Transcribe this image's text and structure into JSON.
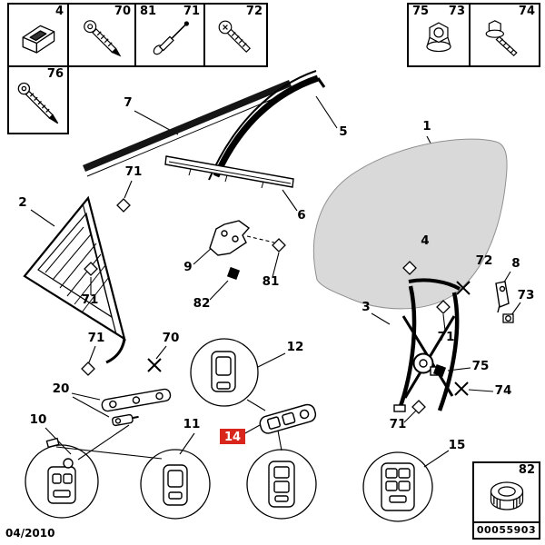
{
  "meta": {
    "date_code": "04/2010",
    "drawing_number": "00055903"
  },
  "theme": {
    "highlight": "#d9261c",
    "line_color": "#000000",
    "glass_fill": "#d9d9d9"
  },
  "legend": {
    "box_clip": {
      "num_right": "4",
      "icon": "spring-clip-icon"
    },
    "box_screw70": {
      "num_right": "70",
      "icon": "tapping-screw-icon"
    },
    "box_rivet": {
      "num_left": "81",
      "num_right": "71",
      "icon": "rivet-icon"
    },
    "box_screw72": {
      "num_right": "72",
      "icon": "pan-screw-icon"
    },
    "box_screw76": {
      "num_right": "76",
      "icon": "long-screw-icon"
    },
    "box_nut": {
      "num_left": "75",
      "num_right": "73",
      "icon": "flange-nut-icon"
    },
    "box_bolt": {
      "num_right": "74",
      "icon": "flange-bolt-icon"
    },
    "box_grommet": {
      "num_right": "82",
      "icon": "grommet-icon"
    }
  },
  "parts": {
    "n1": "1",
    "n2": "2",
    "n3": "3",
    "n4": "4",
    "n5": "5",
    "n6": "6",
    "n7": "7",
    "n8": "8",
    "n9": "9",
    "n10": "10",
    "n11": "11",
    "n12": "12",
    "n14": "14",
    "n15": "15",
    "n20": "20",
    "n70": "70",
    "n71": "71",
    "n72": "72",
    "n73": "73",
    "n74": "74",
    "n75": "75",
    "n81": "81",
    "n82": "82"
  }
}
